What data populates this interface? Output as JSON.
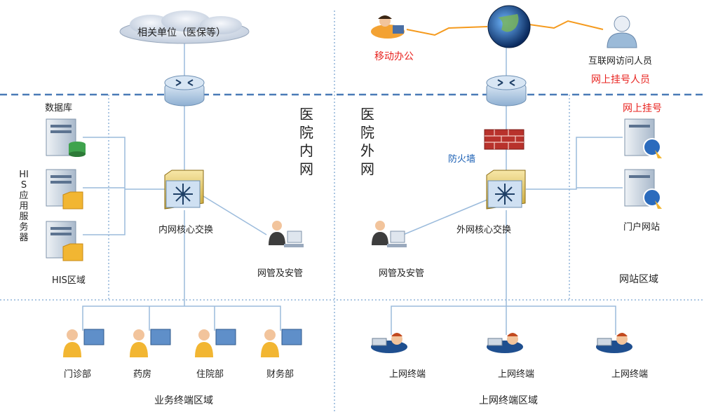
{
  "cloud": {
    "label": "相关单位（医保等）"
  },
  "internal": {
    "zone_title": "医院内网",
    "database_label": "数据库",
    "his_app_label": "HIS应用服务器",
    "his_zone_label": "HIS区域",
    "core_switch_label": "内网核心交换",
    "mgmt_label": "网管及安管",
    "terminals": [
      "门诊部",
      "药房",
      "住院部",
      "财务部"
    ],
    "terminal_zone_label": "业务终端区域"
  },
  "external": {
    "zone_title": "医院外网",
    "mobile_office_label": "移动办公",
    "internet_visitors_label": "互联网访问人员",
    "online_registration_users_label": "网上挂号人员",
    "firewall_label": "防火墙",
    "core_switch_label": "外网核心交换",
    "mgmt_label": "网管及安管",
    "online_registration_label": "网上挂号",
    "portal_label": "门户网站",
    "website_zone_label": "网站区域",
    "terminals": [
      "上网终端",
      "上网终端",
      "上网终端"
    ],
    "terminal_zone_label": "上网终端区域"
  },
  "colors": {
    "zone_line": "#4a7bb7",
    "dotted_line": "#8fb3d9",
    "link_line": "#9bbbdc",
    "wan_link": "#f59a1d",
    "red_text": "#e8231f",
    "blue_text": "#1a5fb4"
  },
  "icons": [
    "cloud-icon",
    "router-icon",
    "switch-icon",
    "server-icon",
    "database-icon",
    "folder-icon",
    "firewall-icon",
    "globe-icon",
    "user-icon",
    "workstation-icon",
    "laptop-user-icon"
  ]
}
